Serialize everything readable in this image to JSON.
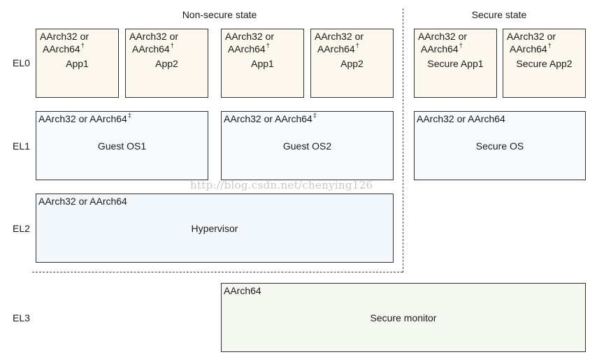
{
  "headers": {
    "nonsecure": "Non-secure state",
    "secure": "Secure state"
  },
  "levels": {
    "el0": "EL0",
    "el1": "EL1",
    "el2": "EL2",
    "el3": "EL3"
  },
  "el0_apps": [
    {
      "arch_line1": "AArch32 or",
      "arch_line2": "AArch64",
      "mark": "†",
      "name": "App1"
    },
    {
      "arch_line1": "AArch32 or",
      "arch_line2": "AArch64",
      "mark": "†",
      "name": "App2"
    },
    {
      "arch_line1": "AArch32 or",
      "arch_line2": "AArch64",
      "mark": "†",
      "name": "App1"
    },
    {
      "arch_line1": "AArch32 or",
      "arch_line2": "AArch64",
      "mark": "†",
      "name": "App2"
    },
    {
      "arch_line1": "AArch32 or",
      "arch_line2": "AArch64",
      "mark": "†",
      "name": "Secure App1"
    },
    {
      "arch_line1": "AArch32 or",
      "arch_line2": "AArch64",
      "mark": "†",
      "name": "Secure App2"
    }
  ],
  "el1_os": [
    {
      "arch": "AArch32 or AArch64",
      "mark": "‡",
      "name": "Guest OS1"
    },
    {
      "arch": "AArch32 or AArch64",
      "mark": "‡",
      "name": "Guest OS2"
    },
    {
      "arch": "AArch32 or AArch64",
      "mark": "",
      "name": "Secure OS"
    }
  ],
  "el2": {
    "arch": "AArch32 or AArch64",
    "name": "Hypervisor"
  },
  "el3": {
    "arch": "AArch64",
    "name": "Secure monitor"
  },
  "watermark": "http://blog.csdn.net/chenying126"
}
